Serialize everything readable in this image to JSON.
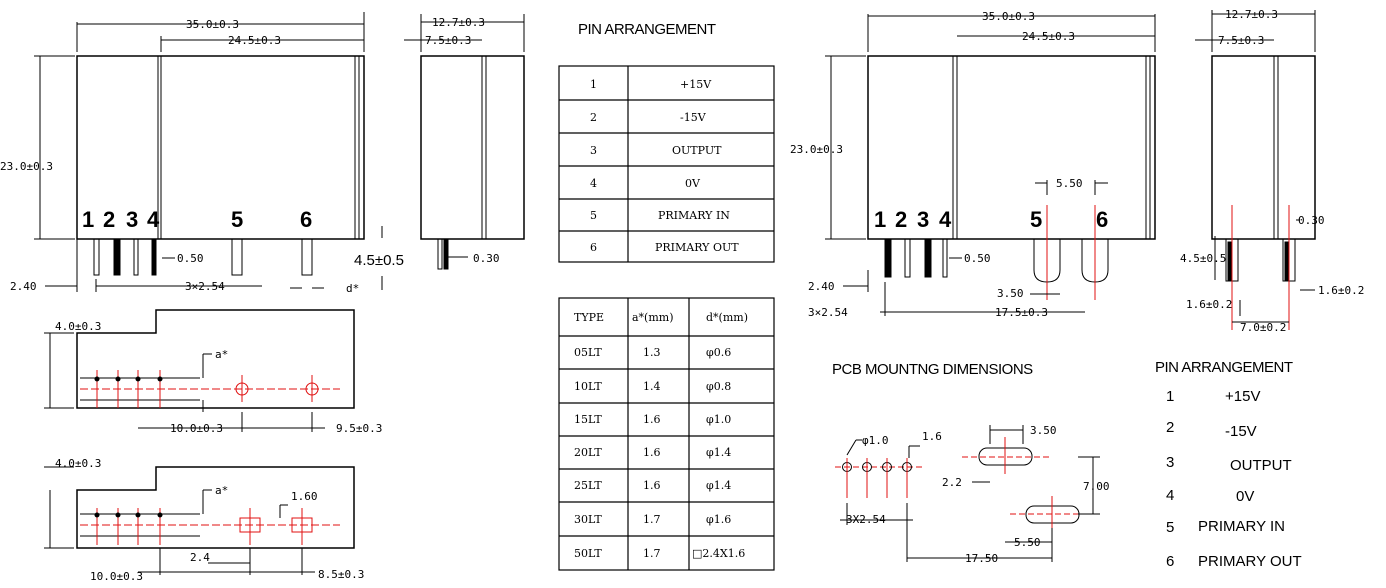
{
  "left_drawing": {
    "dims": {
      "width": "35.0±0.3",
      "inner": "24.5±0.3",
      "height": "23.0±0.3",
      "pin_pitch": "3×2.54",
      "pin_offset": "2.40",
      "pin_w": "0.50",
      "pin_len": "4.5±0.5",
      "d": "d*",
      "side_w": "12.7±0.3",
      "side_inner": "7.5±0.3",
      "side_pin": "0.30",
      "pcb_a": "4.0±0.3",
      "pcb_a2": "4.0±0.3",
      "a_star": "a*",
      "a_star2": "a*",
      "pcb_x1": "10.0±0.3",
      "pcb_x2": "9.5±0.3",
      "pcb_slot": "1.60",
      "pcb_x3": "2.4",
      "pcb_x4": "10.0±0.3",
      "pcb_x5": "8.5±0.3"
    },
    "pin_numbers": [
      "1",
      "2",
      "3",
      "4",
      "5",
      "6"
    ]
  },
  "pin_table": {
    "title": "PIN ARRANGEMENT",
    "rows": [
      [
        "1",
        "+15V"
      ],
      [
        "2",
        "-15V"
      ],
      [
        "3",
        "OUTPUT"
      ],
      [
        "4",
        "0V"
      ],
      [
        "5",
        "PRIMARY IN"
      ],
      [
        "6",
        "PRIMARY OUT"
      ]
    ]
  },
  "type_table": {
    "headers": [
      "TYPE",
      "a*(mm)",
      "d*(mm)"
    ],
    "rows": [
      [
        "05LT",
        "1.3",
        "φ0.6"
      ],
      [
        "10LT",
        "1.4",
        "φ0.8"
      ],
      [
        "15LT",
        "1.6",
        "φ1.0"
      ],
      [
        "20LT",
        "1.6",
        "φ1.4"
      ],
      [
        "25LT",
        "1.6",
        "φ1.4"
      ],
      [
        "30LT",
        "1.7",
        "φ1.6"
      ],
      [
        "50LT",
        "1.7",
        "□2.4X1.6"
      ]
    ]
  },
  "right_drawing": {
    "dims": {
      "width": "35.0±0.3",
      "inner": "24.5±0.3",
      "height": "23.0±0.3",
      "slot_gap": "5.50",
      "pin_w": "0.50",
      "pin_offset": "2.40",
      "pin_pitch": "3×2.54",
      "slot_w": "3.50",
      "x_len": "17.5±0.3",
      "side_w": "12.7±0.3",
      "side_inner": "7.5±0.3",
      "side_pin": "0.30",
      "pin_len": "4.5±0.5",
      "pin_a": "1.6±0.2",
      "pin_b": "1.6±0.2",
      "pin_sp": "7.0±0.2"
    },
    "pin_numbers": [
      "1",
      "2",
      "3",
      "4",
      "5",
      "6"
    ]
  },
  "pcb_mounting": {
    "title": "PCB MOUNTNG DIMENSIONS",
    "dims": {
      "hole": "φ1.0",
      "h16": "1.6",
      "slot": "3.50",
      "h22": "2.2",
      "h7": "7.00",
      "pitch": "3X2.54",
      "slot2": "5.50",
      "len": "17.50"
    }
  },
  "pin_list": {
    "title": "PIN ARRANGEMENT",
    "rows": [
      [
        "1",
        "+15V"
      ],
      [
        "2",
        "-15V"
      ],
      [
        "3",
        "OUTPUT"
      ],
      [
        "4",
        "0V"
      ],
      [
        "5",
        "PRIMARY IN"
      ],
      [
        "6",
        "PRIMARY OUT"
      ]
    ]
  }
}
